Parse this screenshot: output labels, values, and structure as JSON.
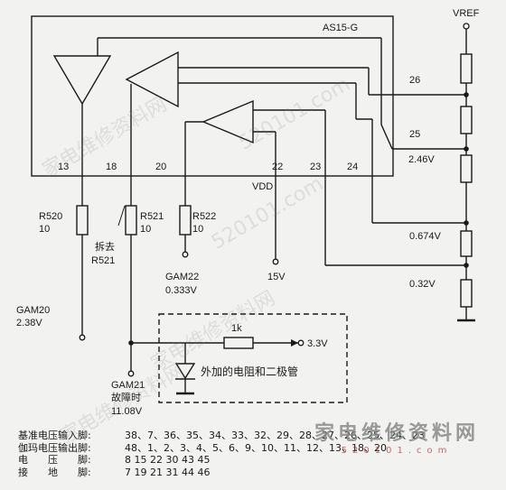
{
  "chip": {
    "name": "AS15-G"
  },
  "vref": {
    "label": "VREF"
  },
  "pins": {
    "p13": "13",
    "p18": "18",
    "p20": "20",
    "p22": "22",
    "p23": "23",
    "p24": "24",
    "p25": "25",
    "p26": "26"
  },
  "vdd": {
    "label": "VDD",
    "value": "15V"
  },
  "voltages": {
    "v1": "2.46V",
    "v2": "0.674V",
    "v3": "0.32V"
  },
  "resistors": {
    "r520": {
      "name": "R520",
      "value": "10"
    },
    "r521": {
      "name": "R521",
      "value": "10"
    },
    "r522": {
      "name": "R522",
      "value": "10"
    }
  },
  "remove_note": {
    "line1": "拆去",
    "line2": "R521"
  },
  "gam20": {
    "name": "GAM20",
    "value": "2.38V"
  },
  "gam21": {
    "name": "GAM21",
    "fault": "故障时",
    "value": "11.08V"
  },
  "gam22": {
    "name": "GAM22",
    "value": "0.333V"
  },
  "added": {
    "resistor": "1k",
    "supply": "3.3V",
    "note": "外加的电阻和二极管"
  },
  "legend": [
    {
      "label": "基准电压输入脚:",
      "value": "38、7、36、35、34、33、32、29、28、27、26、25、24、23"
    },
    {
      "label": "伽玛电压输出脚:",
      "value": "48、1、2、3、4、5、6、9、10、11、12、13、18、20"
    },
    {
      "label": "电　　压　　脚:",
      "value": "8 15 22 30 43 45"
    },
    {
      "label": "接　　地　　脚:",
      "value": "7 19 21 31 44 46"
    }
  ],
  "watermarks": {
    "w1": "家电维修资料网",
    "w2": "520101.com",
    "w3": "家电维修资料网",
    "w4": "520101.com",
    "w5": "家电维修资料网"
  },
  "logo": {
    "main": "家电维修资料网",
    "sub": "520101.com"
  }
}
